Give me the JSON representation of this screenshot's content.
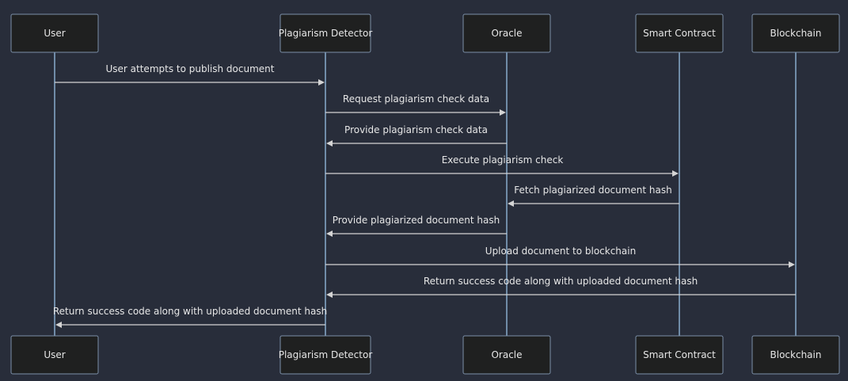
{
  "diagram": {
    "type": "sequence",
    "participants": [
      {
        "id": "user",
        "label": "User"
      },
      {
        "id": "detector",
        "label": "Plagiarism Detector"
      },
      {
        "id": "oracle",
        "label": "Oracle"
      },
      {
        "id": "contract",
        "label": "Smart Contract"
      },
      {
        "id": "chain",
        "label": "Blockchain"
      }
    ],
    "messages": [
      {
        "from": "user",
        "to": "detector",
        "label": "User attempts to publish document"
      },
      {
        "from": "detector",
        "to": "oracle",
        "label": "Request plagiarism check data"
      },
      {
        "from": "oracle",
        "to": "detector",
        "label": "Provide plagiarism check data"
      },
      {
        "from": "detector",
        "to": "contract",
        "label": "Execute plagiarism check"
      },
      {
        "from": "contract",
        "to": "oracle",
        "label": "Fetch plagiarized document hash"
      },
      {
        "from": "oracle",
        "to": "detector",
        "label": "Provide plagiarized document hash"
      },
      {
        "from": "detector",
        "to": "chain",
        "label": "Upload document to blockchain"
      },
      {
        "from": "chain",
        "to": "detector",
        "label": "Return success code along with uploaded document hash"
      },
      {
        "from": "detector",
        "to": "user",
        "label": "Return success code along with uploaded document hash"
      }
    ]
  }
}
